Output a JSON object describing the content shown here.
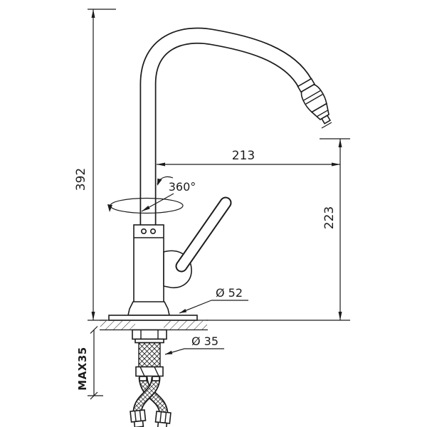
{
  "drawing": {
    "labels": {
      "total_height": "392",
      "spout_reach": "213",
      "outlet_height": "223",
      "swivel_angle": "360°",
      "base_diameter": "Ø 52",
      "hole_diameter": "Ø 35",
      "max_counter_thickness": "MAX35"
    },
    "colors": {
      "line": "#1c1c1c",
      "background": "#ffffff"
    }
  }
}
